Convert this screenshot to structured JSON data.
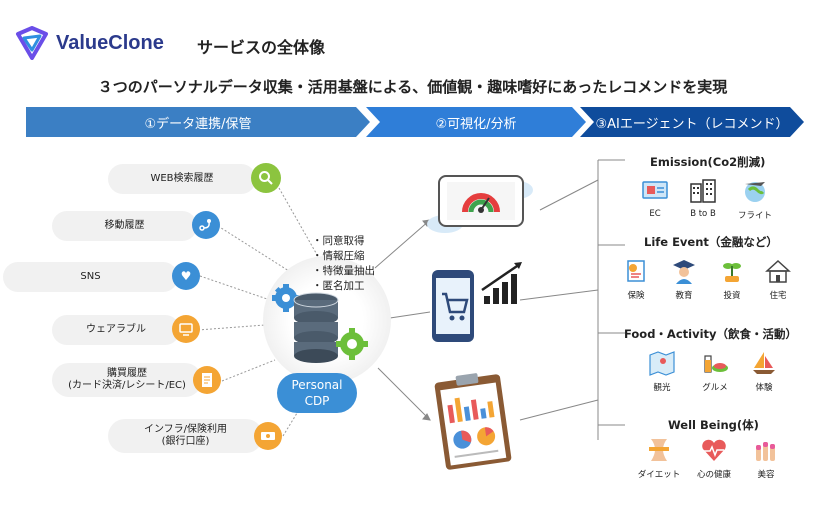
{
  "header": {
    "logo_text": "ValueClone",
    "page_title": "サービスの全体像",
    "headline": "３つのパーソナルデータ収集・活用基盤による、価値観・趣味嗜好にあったレコメンドを実現"
  },
  "phases": [
    {
      "label": "①データ連携/保管"
    },
    {
      "label": "②可視化/分析"
    },
    {
      "label": "③AIエージェント（レコメンド）"
    }
  ],
  "sources": [
    {
      "label": "WEB検索履歴",
      "icon": "search-icon",
      "color": "#8cc43f"
    },
    {
      "label": "移動履歴",
      "icon": "location-route-icon",
      "color": "#3b8fd6"
    },
    {
      "label": "SNS",
      "icon": "social-likes-icon",
      "color": "#3b8fd6"
    },
    {
      "label": "ウェアラブル",
      "icon": "wearable-device-icon",
      "color": "#f4a534"
    },
    {
      "label": "購買履歴",
      "label2": "(カード決済/レシート/EC)",
      "icon": "receipt-icon",
      "color": "#f4a534"
    },
    {
      "label": "インフラ/保険利用",
      "label2": "(銀行口座)",
      "icon": "money-card-icon",
      "color": "#f4a534"
    }
  ],
  "cdp": {
    "line1": "Personal",
    "line2": "CDP",
    "steps": [
      "・同意取得",
      "・情報圧縮",
      "・特徴量抽出",
      "・匿名加工"
    ]
  },
  "categories": [
    {
      "title": "Emission(Co2削減)",
      "items": [
        {
          "label": "EC",
          "icon": "ec-screen-icon"
        },
        {
          "label": "B to B",
          "icon": "buildings-icon"
        },
        {
          "label": "フライト",
          "icon": "airplane-globe-icon"
        }
      ]
    },
    {
      "title": "Life Event（金融など）",
      "items": [
        {
          "label": "保険",
          "icon": "insurance-document-icon"
        },
        {
          "label": "教育",
          "icon": "graduate-icon"
        },
        {
          "label": "投資",
          "icon": "investment-plant-icon"
        },
        {
          "label": "住宅",
          "icon": "house-icon"
        }
      ]
    },
    {
      "title": "Food・Activity（飲食・活動）",
      "items": [
        {
          "label": "観光",
          "icon": "map-icon"
        },
        {
          "label": "グルメ",
          "icon": "gourmet-icon"
        },
        {
          "label": "体験",
          "icon": "sailboat-icon"
        }
      ]
    },
    {
      "title": "Well Being(体)",
      "items": [
        {
          "label": "ダイエット",
          "icon": "waist-measure-icon"
        },
        {
          "label": "心の健康",
          "icon": "heart-pulse-icon"
        },
        {
          "label": "美容",
          "icon": "nail-care-icon"
        }
      ]
    }
  ],
  "colors": {
    "phase1": "#3b7fc4",
    "phase2": "#2f7ed8",
    "phase3": "#0f4c9c",
    "cdp_badge": "#3b8fd6",
    "logo": "#2b3a8c"
  }
}
